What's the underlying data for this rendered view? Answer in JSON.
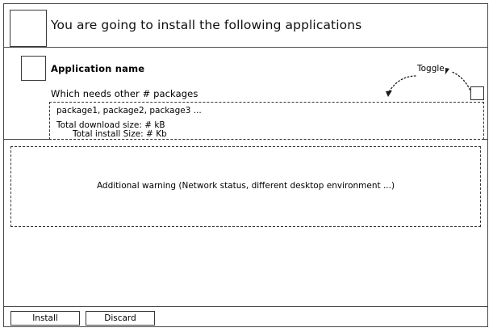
{
  "window": {
    "header": {
      "title": "You are going to install the following applications",
      "icon": "app-icon-placeholder"
    },
    "application": {
      "name": "Application name",
      "packages_summary": "Which needs other # packages",
      "icon": "app-icon-placeholder",
      "details": {
        "package_list": "package1, package2, package3 ...",
        "total_download_size": "Total download size: # kB",
        "total_install_size": "Total install Size: # Kb"
      },
      "toggle": {
        "label": "Toggle",
        "state": "off",
        "annotation": "double-headed-dotted-arc-arrow"
      }
    },
    "warning": {
      "text": "Additional warning (Network status, different desktop environment ...)"
    },
    "actions": {
      "install_label": "Install",
      "discard_label": "Discard"
    }
  },
  "colors": {
    "frame": "#4a4a4a",
    "outline": "#3a3a3a",
    "dashed": "#333333",
    "text": "#000000",
    "background": "#ffffff"
  }
}
